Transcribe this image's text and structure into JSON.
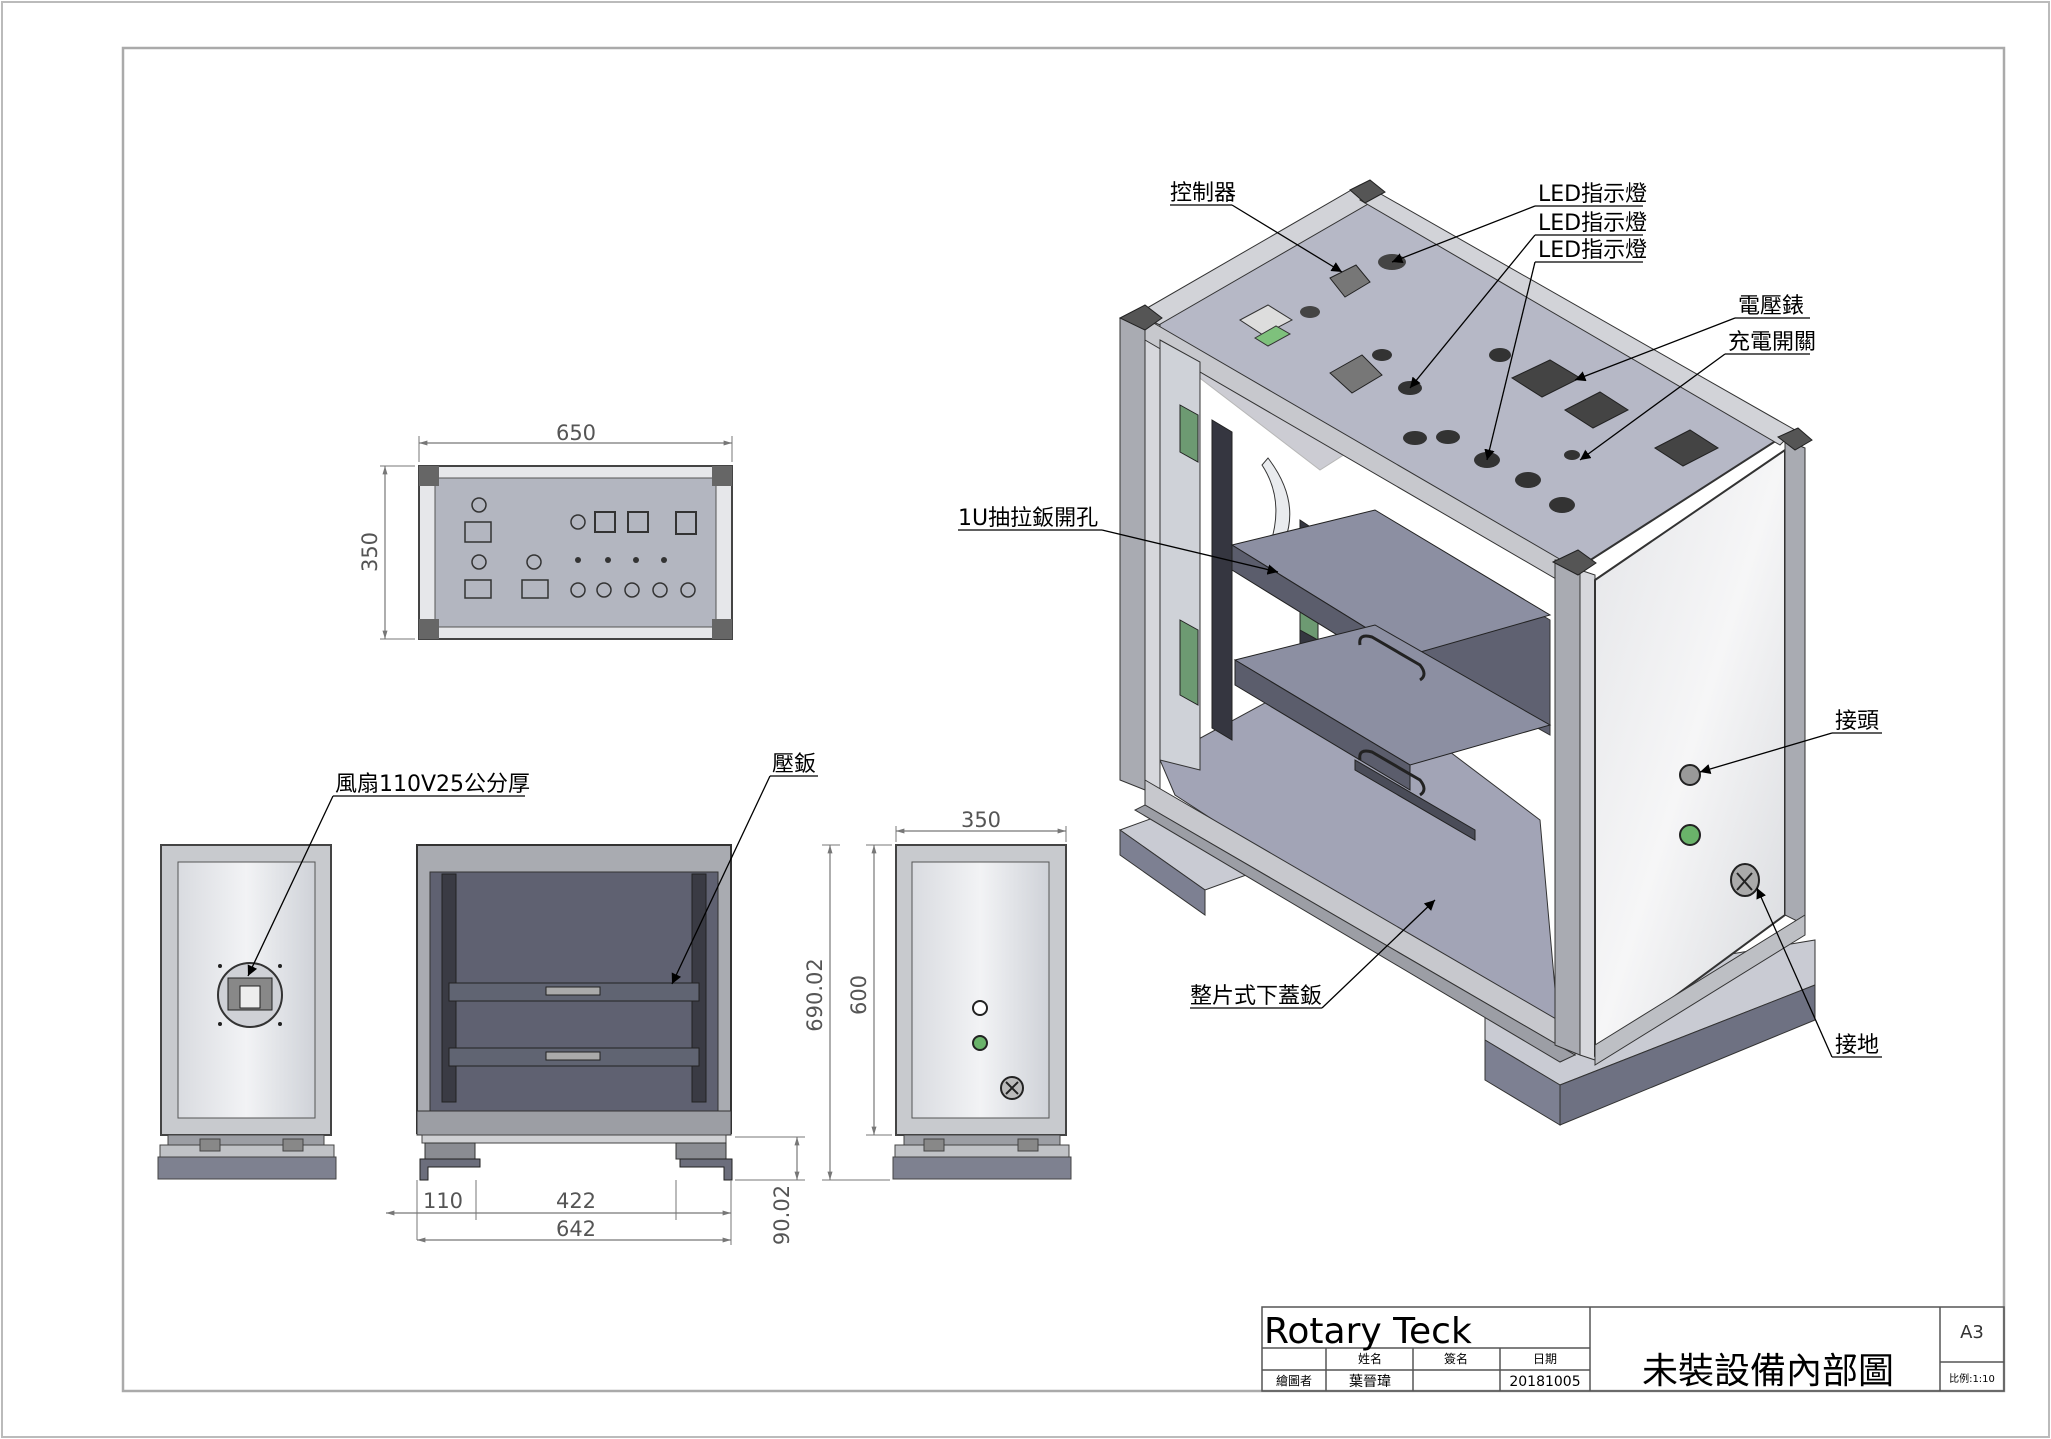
{
  "callouts": {
    "controller": "控制器",
    "led_1": "LED指示燈",
    "led_2": "LED指示燈",
    "led_3": "LED指示燈",
    "voltmeter": "電壓錶",
    "charge_switch": "充電開關",
    "drawer_hole": "1U抽拉鈑開孔",
    "connector": "接頭",
    "ground": "接地",
    "bottom_cover": "整片式下蓋鈑",
    "fan": "風扇110V25公分厚",
    "press_plate": "壓鈑"
  },
  "dimensions": {
    "top_width": "650",
    "top_depth": "350",
    "side_width": "350",
    "side_height": "600",
    "total_height": "690.02",
    "foot_height": "90.02",
    "front_inset": "110",
    "front_span": "422",
    "front_width": "642"
  },
  "title_block": {
    "company": "Rotary Teck",
    "col_name": "姓名",
    "col_sign": "簽名",
    "col_date": "日期",
    "row_role": "繪圖者",
    "drafter": "葉晉瑋",
    "date": "20181005",
    "drawing_title": "未裝設備內部圖",
    "sheet_size": "A3",
    "scale": "比例:1:10"
  }
}
